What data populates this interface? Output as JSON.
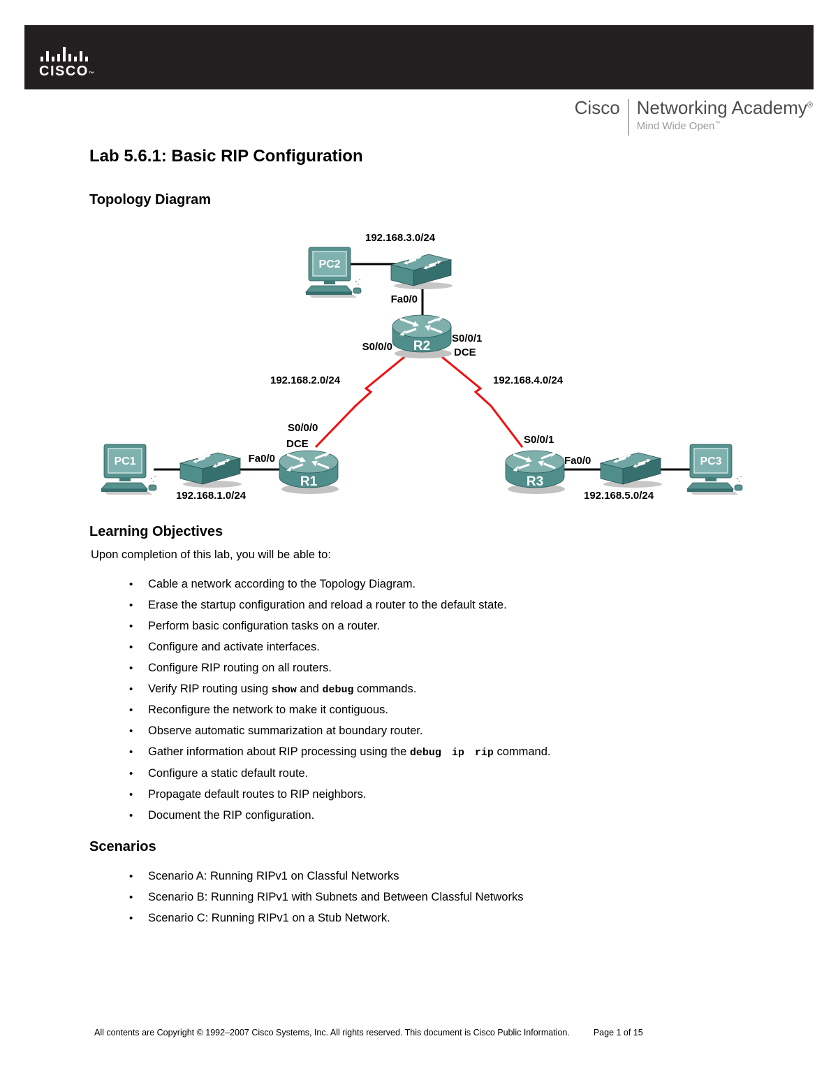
{
  "page": {
    "title": "Lab 5.6.1: Basic RIP Configuration"
  },
  "header": {
    "logo_text": "CISCO",
    "logo_tm": "™"
  },
  "brand": {
    "cisco": "Cisco",
    "academy": "Networking Academy",
    "registered": "®",
    "tagline": "Mind Wide Open",
    "tagline_tm": "™"
  },
  "topology": {
    "heading": "Topology Diagram",
    "networks": {
      "net1": "192.168.1.0/24",
      "net2": "192.168.2.0/24",
      "net3": "192.168.3.0/24",
      "net4": "192.168.4.0/24",
      "net5": "192.168.5.0/24"
    },
    "devices": {
      "pc1": "PC1",
      "pc2": "PC2",
      "pc3": "PC3",
      "r1": "R1",
      "r2": "R2",
      "r3": "R3"
    },
    "interfaces": {
      "r2_fa00": "Fa0/0",
      "r2_s000": "S0/0/0",
      "r2_s001": "S0/0/1",
      "r2_dce": "DCE",
      "r1_s000": "S0/0/0",
      "r1_dce": "DCE",
      "r1_fa00": "Fa0/0",
      "r3_s001": "S0/0/1",
      "r3_fa00": "Fa0/0"
    }
  },
  "objectives": {
    "heading": "Learning Objectives",
    "intro": "Upon completion of this lab, you will be able to:",
    "items": [
      {
        "parts": [
          {
            "t": "Cable a network according to the Topology Diagram."
          }
        ]
      },
      {
        "parts": [
          {
            "t": "Erase the startup configuration and reload a router to the default state."
          }
        ]
      },
      {
        "parts": [
          {
            "t": "Perform basic configuration tasks on a router."
          }
        ]
      },
      {
        "parts": [
          {
            "t": "Configure and activate interfaces."
          }
        ]
      },
      {
        "parts": [
          {
            "t": "Configure RIP routing on all routers."
          }
        ]
      },
      {
        "parts": [
          {
            "t": "Verify RIP routing using "
          },
          {
            "t": "show",
            "code": true
          },
          {
            "t": " and "
          },
          {
            "t": "debug",
            "code": true
          },
          {
            "t": " commands."
          }
        ]
      },
      {
        "parts": [
          {
            "t": "Reconfigure the network to make it contiguous."
          }
        ]
      },
      {
        "parts": [
          {
            "t": "Observe automatic summarization at boundary router."
          }
        ]
      },
      {
        "parts": [
          {
            "t": "Gather information about RIP processing using the "
          },
          {
            "t": "debug ip rip",
            "code": true
          },
          {
            "t": " command."
          }
        ]
      },
      {
        "parts": [
          {
            "t": "Configure a static default route."
          }
        ]
      },
      {
        "parts": [
          {
            "t": "Propagate default routes to RIP neighbors."
          }
        ]
      },
      {
        "parts": [
          {
            "t": "Document the RIP configuration."
          }
        ]
      }
    ]
  },
  "scenarios": {
    "heading": "Scenarios",
    "items": [
      "Scenario A: Running RIPv1 on Classful Networks",
      "Scenario B: Running RIPv1 with Subnets and Between Classful Networks",
      "Scenario C: Running RIPv1 on a Stub Network."
    ]
  },
  "footer": {
    "copyright": "All contents are Copyright © 1992–2007 Cisco Systems, Inc. All rights reserved. This document is Cisco Public Information.",
    "page": "Page 1 of 15"
  },
  "colors": {
    "header_bar": "#231f20",
    "device_teal": "#4f8e8b",
    "device_teal_light": "#7fb0ac",
    "device_teal_dark": "#35706e",
    "link_red": "#f01010",
    "link_black": "#000000",
    "brand_gray": "#4d4d4d",
    "tagline_gray": "#9b9b9b"
  }
}
